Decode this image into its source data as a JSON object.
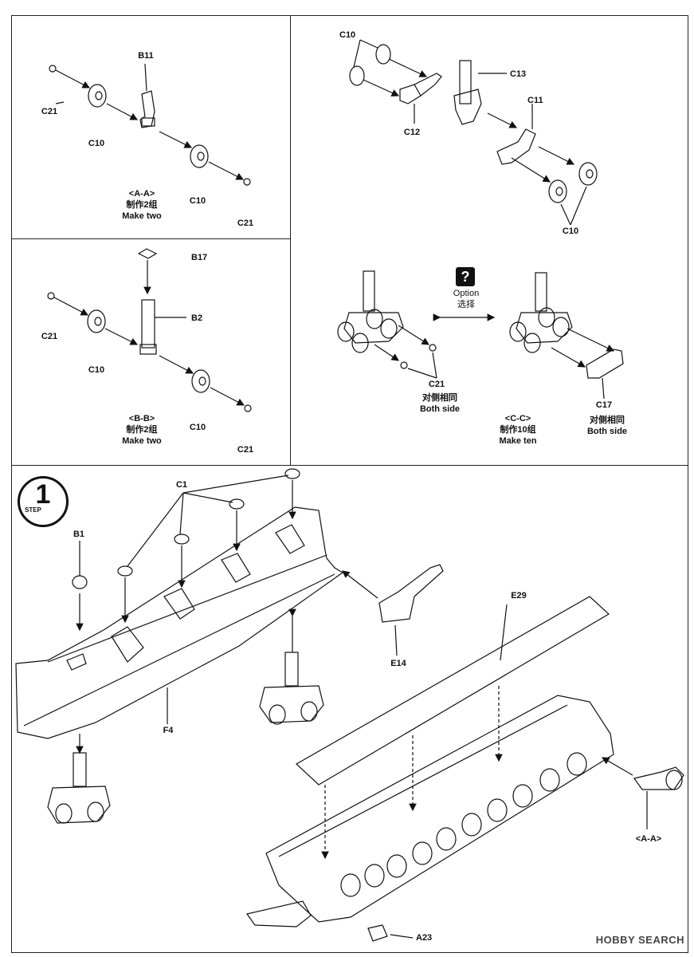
{
  "panel_aa": {
    "parts": {
      "b11": "B11",
      "c10a": "C10",
      "c10b": "C10",
      "c21a": "C21",
      "c21b": "C21"
    },
    "title": "<A-A>",
    "cn": "制作2组",
    "en": "Make two"
  },
  "panel_bb": {
    "parts": {
      "b17": "B17",
      "b2": "B2",
      "c10a": "C10",
      "c10b": "C10",
      "c21a": "C21",
      "c21b": "C21"
    },
    "title": "<B-B>",
    "cn": "制作2组",
    "en": "Make two"
  },
  "panel_cc": {
    "parts": {
      "c10a": "C10",
      "c10b": "C10",
      "c13": "C13",
      "c12": "C12",
      "c11": "C11",
      "c21": "C21",
      "c17": "C17"
    },
    "option_icon": "?",
    "option_en": "Option",
    "option_cn": "选择",
    "left_cn": "对侧相同",
    "left_en": "Both side",
    "title": "<C-C>",
    "cn": "制作10组",
    "en": "Make ten",
    "right_cn": "对侧相同",
    "right_en": "Both side"
  },
  "step": {
    "number": "1",
    "word": "STEP",
    "parts": {
      "c1": "C1",
      "b1": "B1",
      "e14": "E14",
      "e29": "E29",
      "f4": "F4",
      "a23": "A23",
      "aa": "<A-A>"
    }
  },
  "watermark": "HOBBY SEARCH"
}
